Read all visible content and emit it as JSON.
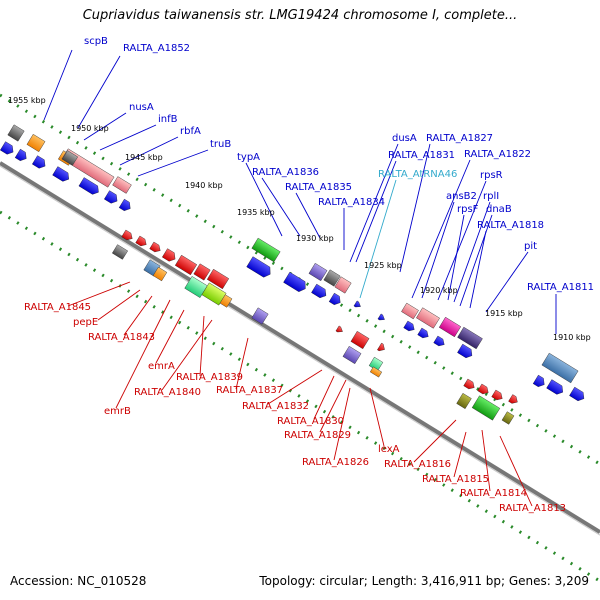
{
  "map": {
    "title": "Cupriavidus taiwanensis str. LMG19424 chromosome I, complete...",
    "accession": "Accession: NC_010528",
    "summary": "Topology: circular; Length: 3,416,911 bp; Genes: 3,209",
    "colors": {
      "top_label": "#0000cc",
      "bottom_label": "#cc0000",
      "rna_label": "#33aacc",
      "backbone": "#777777",
      "scale_tick": "#2a8a2a"
    },
    "scale_ticks": [
      "1955 kbp",
      "1950 kbp",
      "1945 kbp",
      "1940 kbp",
      "1935 kbp",
      "1930 kbp",
      "1925 kbp",
      "1920 kbp",
      "1915 kbp",
      "1910 kbp"
    ],
    "top_labels": [
      "scpB",
      "RALTA_A1852",
      "nusA",
      "infB",
      "rbfA",
      "truB",
      "typA",
      "RALTA_A1836",
      "RALTA_A1835",
      "RALTA_A1834",
      "dusA",
      "RALTA_A1827",
      "RALTA_A1831",
      "RALTA_A1822",
      "ansB2",
      "rpsR",
      "rpsF",
      "rplI",
      "dnaB",
      "RALTA_A1818",
      "pit",
      "RALTA_A1811"
    ],
    "rna_labels": [
      "RALTA_AtRNA46"
    ],
    "bottom_labels": [
      "RALTA_A1845",
      "pepE",
      "RALTA_A1843",
      "emrA",
      "RALTA_A1839",
      "RALTA_A1840",
      "emrB",
      "RALTA_A1837",
      "RALTA_A1832",
      "RALTA_A1830",
      "RALTA_A1829",
      "RALTA_A1826",
      "lexA",
      "RALTA_A1816",
      "RALTA_A1815",
      "RALTA_A1814",
      "RALTA_A1813"
    ]
  }
}
